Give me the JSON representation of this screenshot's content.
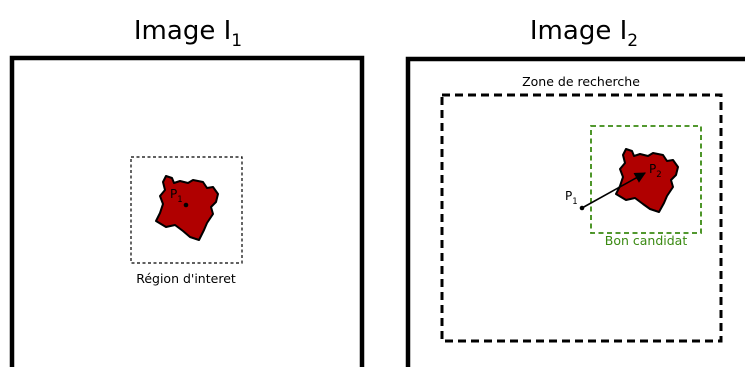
{
  "left_panel": {
    "title_main": "Image I",
    "title_sub": "1",
    "roi_label": "Région d'interet",
    "point_main": "P",
    "point_sub": "1"
  },
  "right_panel": {
    "title_main": "Image I",
    "title_sub": "2",
    "search_label": "Zone de recherche",
    "candidate_label": "Bon candidat",
    "p1_main": "P",
    "p1_sub": "1",
    "p2_main": "P",
    "p2_sub": "2"
  },
  "colors": {
    "blob_fill": "#b00000",
    "outline": "#000000",
    "candidate_box": "#3a8a12"
  }
}
